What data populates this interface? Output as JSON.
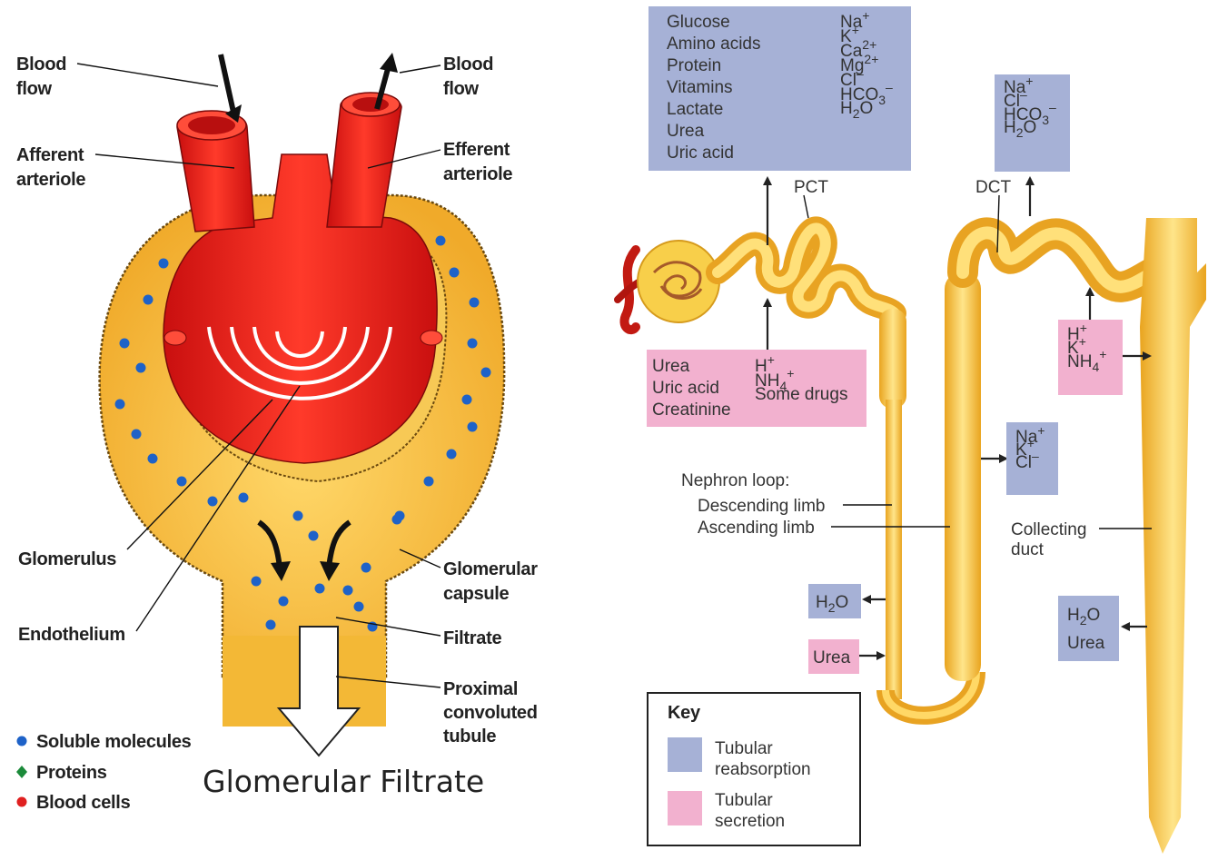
{
  "left": {
    "labels": {
      "blood_flow_in": [
        "Blood",
        "flow"
      ],
      "blood_flow_out": [
        "Blood",
        "flow"
      ],
      "afferent": [
        "Afferent",
        "arteriole"
      ],
      "efferent": [
        "Efferent",
        "arteriole"
      ],
      "glomerulus": "Glomerulus",
      "endothelium": "Endothelium",
      "glomerular_capsule": [
        "Glomerular",
        "capsule"
      ],
      "filtrate": "Filtrate",
      "pct": [
        "Proximal",
        "convoluted",
        "tubule"
      ]
    },
    "legend": [
      {
        "label": "Soluble molecules",
        "color": "#1e62c8",
        "shape": "circle"
      },
      {
        "label": "Proteins",
        "color": "#1b8a3a",
        "shape": "diamond"
      },
      {
        "label": "Blood cells",
        "color": "#e02020",
        "shape": "circle"
      }
    ],
    "title": "Glomerular Filtrate"
  },
  "right": {
    "labels": {
      "pct": "PCT",
      "dct": "DCT",
      "nephron_loop": "Nephron loop:",
      "descending": "Descending limb",
      "ascending": "Ascending limb",
      "collecting": [
        "Collecting",
        "duct"
      ]
    },
    "box_pct_reabs": {
      "left_col": [
        "Glucose",
        "Amino acids",
        "Protein",
        "Vitamins",
        "Lactate",
        "Urea",
        "Uric acid"
      ],
      "right_col": [
        [
          "Na",
          "",
          "+"
        ],
        [
          "K",
          "",
          "+"
        ],
        [
          "Ca",
          "",
          "2+"
        ],
        [
          "Mg",
          "",
          "2+"
        ],
        [
          "Cl",
          "",
          "–"
        ],
        [
          "HCO",
          "3",
          "–"
        ],
        [
          "H",
          "2",
          "O"
        ]
      ]
    },
    "box_dct_reabs": {
      "items": [
        [
          "Na",
          "",
          "+"
        ],
        [
          "Cl",
          "",
          "–"
        ],
        [
          "HCO",
          "3",
          "–"
        ],
        [
          "H",
          "2",
          "O"
        ]
      ]
    },
    "box_pct_secr": {
      "left_col": [
        "Urea",
        "Uric acid",
        "Creatinine"
      ],
      "right_col": [
        [
          "H",
          "",
          "+"
        ],
        [
          "NH",
          "4",
          "+"
        ],
        [
          "Some drugs",
          "",
          ""
        ]
      ]
    },
    "box_dct_secr": {
      "items": [
        [
          "H",
          "",
          "+"
        ],
        [
          "K",
          "",
          "+"
        ],
        [
          "NH",
          "4",
          "+"
        ]
      ]
    },
    "box_asc_reabs": {
      "items": [
        [
          "Na",
          "",
          "+"
        ],
        [
          "K",
          "",
          "+"
        ],
        [
          "Cl",
          "",
          "–"
        ]
      ]
    },
    "box_desc_water": {
      "ion": [
        "H",
        "2",
        "O"
      ]
    },
    "box_desc_urea": "Urea",
    "box_collect": {
      "ion": [
        "H",
        "2",
        "O"
      ],
      "text": "Urea"
    },
    "key": {
      "title": "Key",
      "items": [
        {
          "label": [
            "Tubular",
            "reabsorption"
          ],
          "color": "#a6b1d6"
        },
        {
          "label": [
            "Tubular",
            "secretion"
          ],
          "color": "#f2b1cf"
        }
      ]
    }
  },
  "colors": {
    "blood_red": "#e61e1e",
    "capsule_yellow": "#f6c445",
    "tubule_yellow": "#f5bf3c",
    "reabsorption_box": "#a6b1d6",
    "secretion_box": "#f2b1cf"
  }
}
